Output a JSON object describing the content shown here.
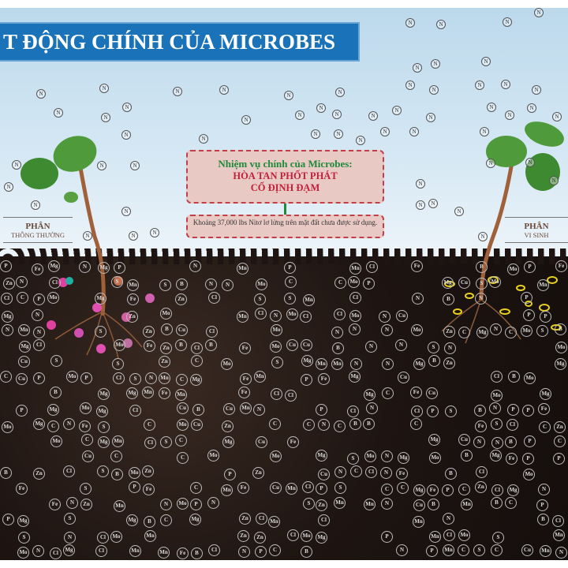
{
  "title": "T ĐỘNG CHÍNH CỦA MICROBES",
  "callout": {
    "heading": "Nhiệm vụ chính của Microbes:",
    "line1": "HÒA TAN PHỐT PHÁT",
    "line2": "CỐ ĐỊNH ĐẠM",
    "note": "Khoảng 37,000 lbs Nitơ lơ lửng trên mặt đất chưa được sử dụng."
  },
  "left_label": {
    "title": "PHÂN",
    "subtitle": "THÔNG THƯỜNG"
  },
  "right_label": {
    "title": "PHÂN",
    "subtitle": "VI SINH"
  },
  "sky_symbol": "N",
  "soil_elements": [
    "N",
    "B",
    "S",
    "Fe",
    "Zn",
    "Mo",
    "Mg",
    "Cl",
    "C",
    "P",
    "Cu",
    "Mn"
  ],
  "colors": {
    "banner": "#1a73b8",
    "heading": "#1f8a3a",
    "emphasis": "#c0203a",
    "microbe": "#e8d020"
  }
}
